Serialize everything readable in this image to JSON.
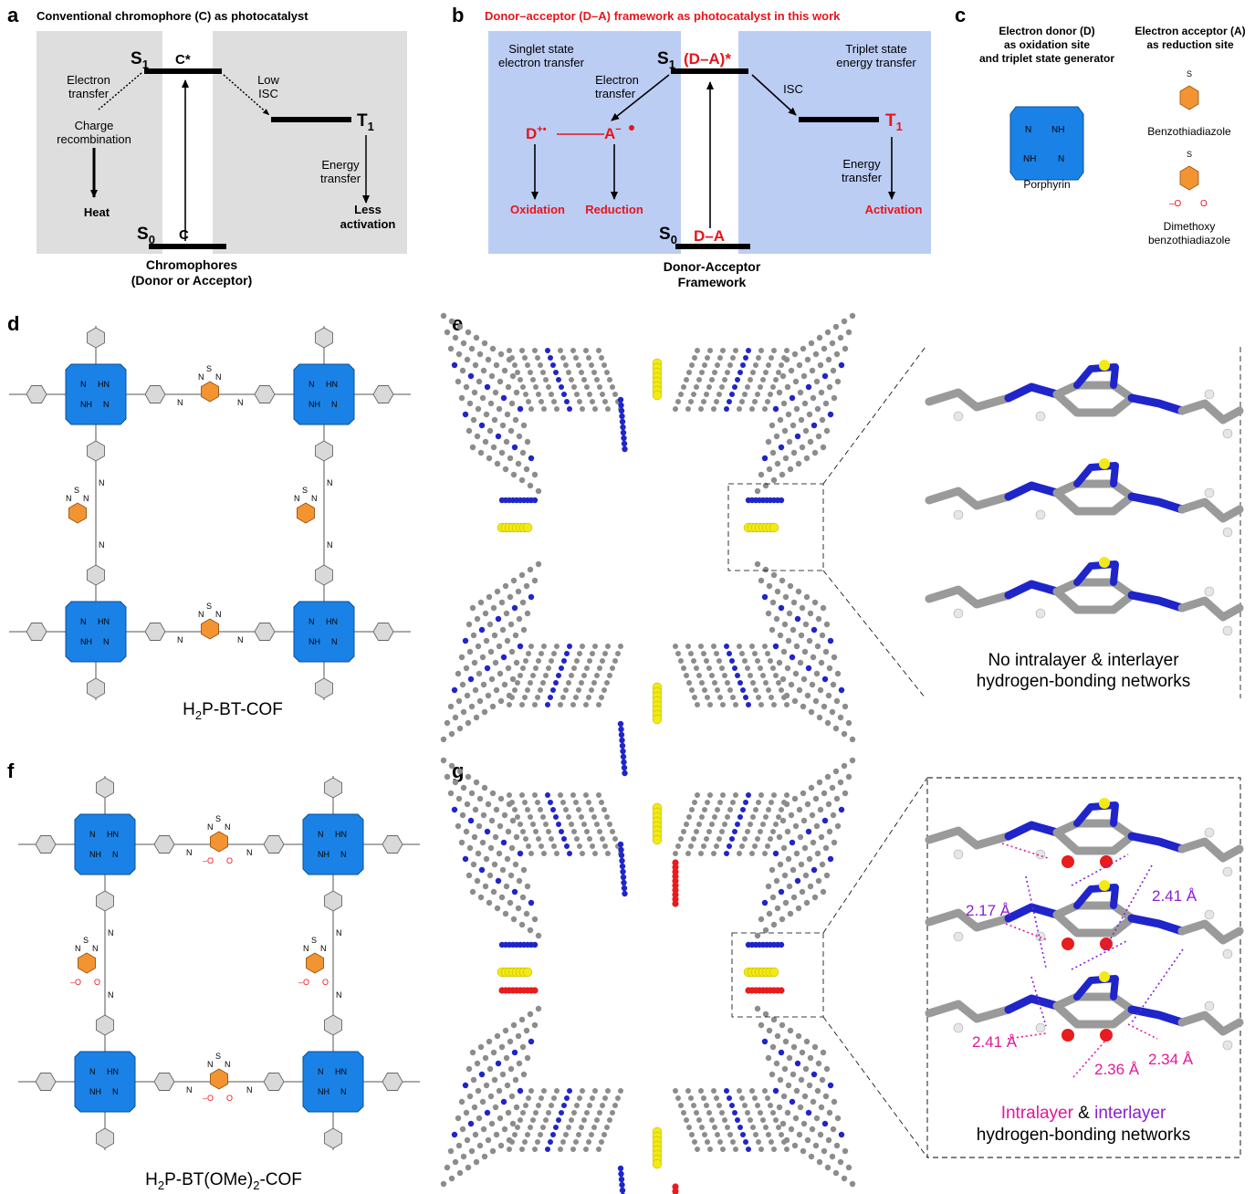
{
  "panel_letters": [
    "a",
    "b",
    "c",
    "d",
    "e",
    "f",
    "g"
  ],
  "panel_a": {
    "title": "Conventional chromophore (C) as photocatalyst",
    "s1": "S",
    "s1_sub": "1",
    "s0": "S",
    "s0_sub": "0",
    "t1": "T",
    "t1_sub": "1",
    "c_star": "C*",
    "c_ground": "C",
    "electron_transfer": [
      "Electron",
      "transfer"
    ],
    "charge_recombination": [
      "Charge",
      "recombination"
    ],
    "heat": "Heat",
    "low_isc": [
      "Low",
      "ISC"
    ],
    "energy_transfer": [
      "Energy",
      "transfer"
    ],
    "less_activation": [
      "Less",
      "activation"
    ],
    "caption": [
      "Chromophores",
      "(Donor or Acceptor)"
    ]
  },
  "panel_b": {
    "title": "Donor–acceptor (D–A) framework as photocatalyst in this work",
    "singlet_label": [
      "Singlet state",
      "electron transfer"
    ],
    "triplet_label": [
      "Triplet state",
      "energy transfer"
    ],
    "s1": "S",
    "s1_sub": "1",
    "s0": "S",
    "s0_sub": "0",
    "t1": "T",
    "t1_sub": "1",
    "excited": "(D–A)*",
    "ground": "D–A",
    "electron_transfer": [
      "Electron",
      "transfer"
    ],
    "isc": "ISC",
    "energy_transfer": [
      "Energy",
      "transfer"
    ],
    "d_plus": "D",
    "a_minus": "A",
    "oxidation": "Oxidation",
    "reduction": "Reduction",
    "activation": "Activation",
    "caption": [
      "Donor-Acceptor",
      "Framework"
    ]
  },
  "panel_c": {
    "donor_header": [
      "Electron donor (D)",
      "as oxidation site",
      "and triplet state generator"
    ],
    "acceptor_header": [
      "Electron acceptor (A)",
      "as reduction site"
    ],
    "porphyrin": "Porphyrin",
    "benzothiadiazole": "Benzothiadiazole",
    "dimethoxy": [
      "Dimethoxy",
      "benzothiadiazole"
    ]
  },
  "panel_d": {
    "caption_pre": "H",
    "caption_sub": "2",
    "caption_post": "P-BT-COF"
  },
  "panel_e": {
    "zoom_caption": [
      "No intralayer & interlayer",
      "hydrogen-bonding networks"
    ]
  },
  "panel_f": {
    "caption_pre": "H",
    "caption_sub": "2",
    "caption_mid": "P-BT(OMe)",
    "caption_sub2": "2",
    "caption_post": "-COF"
  },
  "panel_g": {
    "distances": [
      "2.17 Å",
      "2.41 Å",
      "2.41 Å",
      "2.36 Å",
      "2.34 Å"
    ],
    "caption_intra": "Intralayer",
    "caption_amp": " & ",
    "caption_inter": "interlayer",
    "caption_line2": "hydrogen-bonding networks"
  },
  "atom_labels": {
    "n": "N",
    "s": "S",
    "hn": "HN",
    "nh": "NH",
    "o": "O",
    "om": "–O"
  },
  "colors": {
    "panel_a_bg": "#dedede",
    "panel_b_bg": "#bccdf4",
    "porphyrin": "#1a82e6",
    "acceptor": "#f39432",
    "red_text": "#e8141c",
    "intralayer": "#e3179c",
    "interlayer": "#8a1fd2",
    "carbon": "#8c8c8c",
    "nitrogen": "#1f25c9",
    "sulfur": "#f2ea12",
    "oxygen": "#e81c1c",
    "hydrogen": "#e6e6e6"
  }
}
